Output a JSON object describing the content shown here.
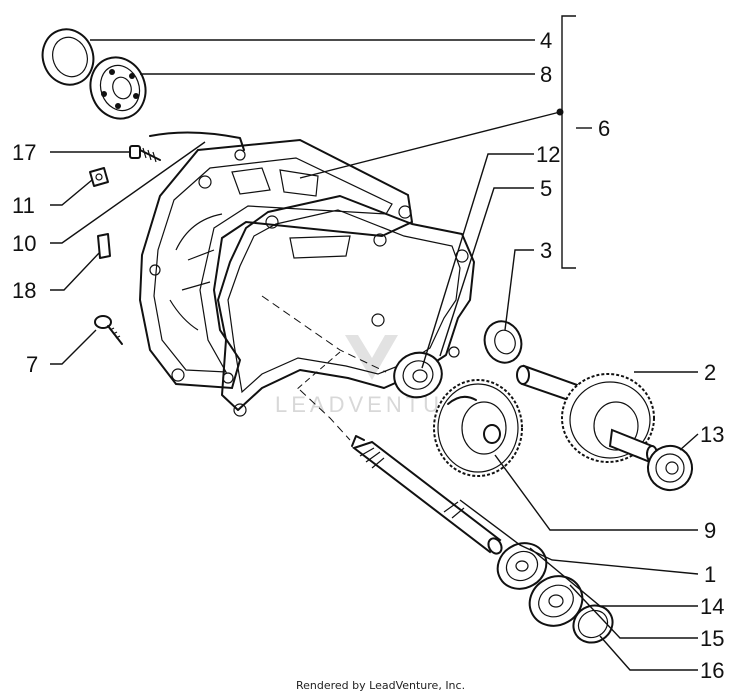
{
  "callouts": [
    {
      "id": "4",
      "label": "4"
    },
    {
      "id": "8",
      "label": "8"
    },
    {
      "id": "6",
      "label": "6"
    },
    {
      "id": "12",
      "label": "12"
    },
    {
      "id": "5",
      "label": "5"
    },
    {
      "id": "3",
      "label": "3"
    },
    {
      "id": "2",
      "label": "2"
    },
    {
      "id": "13",
      "label": "13"
    },
    {
      "id": "9",
      "label": "9"
    },
    {
      "id": "1",
      "label": "1"
    },
    {
      "id": "14",
      "label": "14"
    },
    {
      "id": "15",
      "label": "15"
    },
    {
      "id": "16",
      "label": "16"
    },
    {
      "id": "17",
      "label": "17"
    },
    {
      "id": "11",
      "label": "11"
    },
    {
      "id": "10",
      "label": "10"
    },
    {
      "id": "18",
      "label": "18"
    },
    {
      "id": "7",
      "label": "7"
    }
  ],
  "credit": "Rendered by LeadVenture, Inc.",
  "watermark": "LEADVENTURE"
}
